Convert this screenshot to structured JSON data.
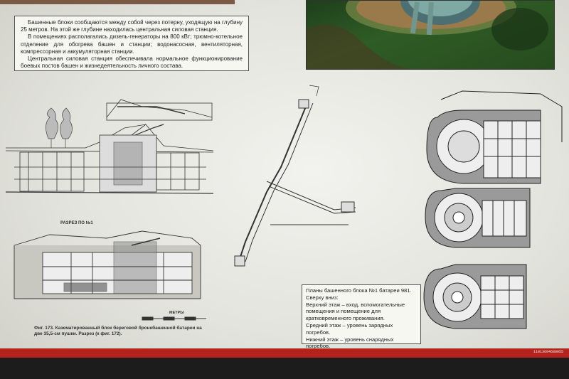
{
  "text_panel": {
    "p1": "Башенные блоки сообщаются между собой через потерну, уходящую на глубину 25 метров. На этой же глубине находилась центральная силовая станция.",
    "p2": "В помещениях располагались дизель-генераторы на 800 кВт; трюмно-котельное отделение для обогрева башен и станции; водонасосная, вентиляторная, компрессорная и аккумуляторная станции.",
    "p3": "Центральная силовая станция обеспечивала нормальное функционирование боевых постов башен и жизнедеятельность личного состава."
  },
  "section_label": "РАЗРЕЗ ПО №1",
  "scale_label": "МЕТРЫ",
  "fig_caption": "Фиг. 173. Казематированный блок береговой бронебашенной батареи на две 35,5-см пушки. Разрез (к фиг. 172).",
  "plans_caption": {
    "line1": "Планы башенного блока №1 батареи 981. Сверху вниз:",
    "line2": "Верхний этаж – вход, вспомогательные помещения и помещение для кратковременного проживания.",
    "line3": "Средний этаж – уровень зарядных погребов.",
    "line4": "Нижний этаж – уровень снарядных погребов."
  },
  "corner_code": "11013694688055",
  "colors": {
    "red_bar": "#b3231c",
    "board": "#ececE6",
    "ink": "#333333"
  }
}
